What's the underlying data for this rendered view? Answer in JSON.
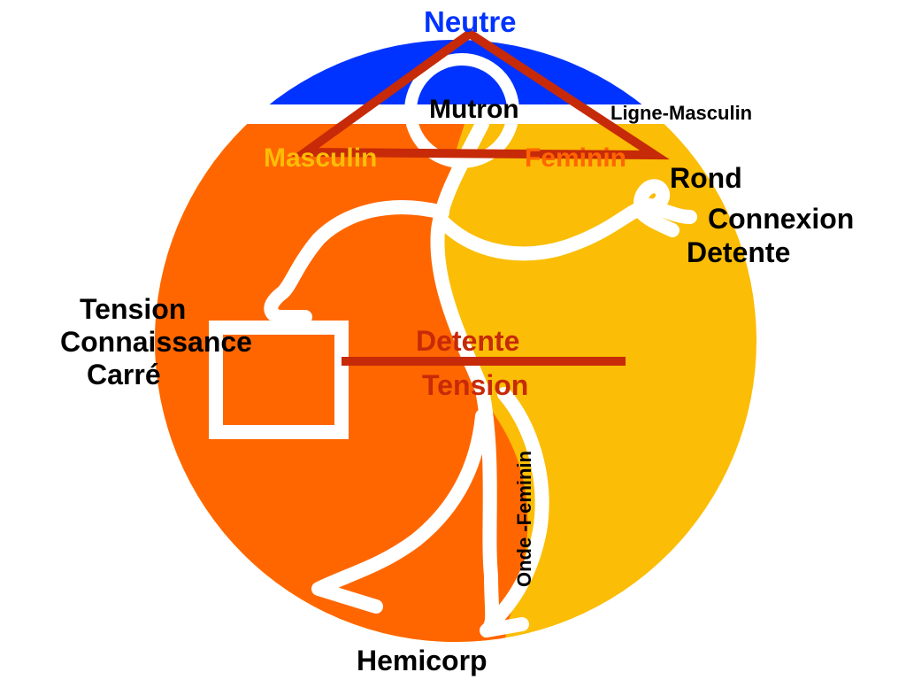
{
  "colors": {
    "blue": "#0033ff",
    "orange": "#ff6600",
    "yellow": "#fbbd05",
    "red": "#c62a08",
    "white": "#ffffff"
  },
  "labels": {
    "neutre": "Neutre",
    "mutron": "Mutron",
    "ligne_masculin": "Ligne-Masculin",
    "masculin": "Masculin",
    "feminin": "Feminin",
    "rond": "Rond",
    "connexion": "Connexion",
    "detente_right": "Detente",
    "tension_left": "Tension",
    "connaissance": "Connaissance",
    "carre": "Carré",
    "detente_center": "Detente",
    "tension_center": "Tension",
    "onde_feminin": "Onde -Feminin",
    "hemicorp": "Hemicorp"
  }
}
